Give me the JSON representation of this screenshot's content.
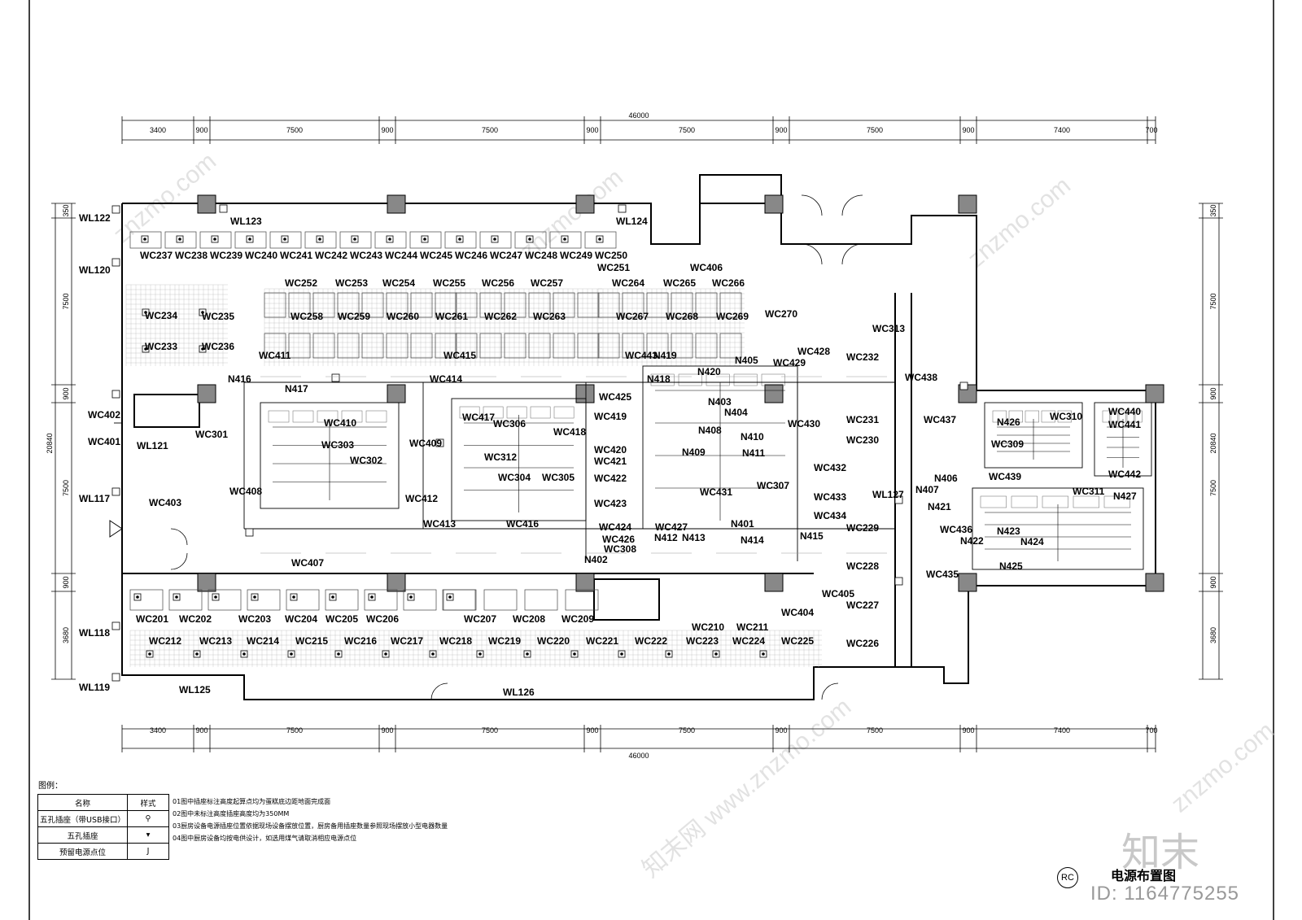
{
  "drawing": {
    "title": "电源布置图",
    "id_text": "ID: 1164775255",
    "logo_mark": "RC",
    "logo_text": "知末",
    "watermark": "znzmo.com",
    "watermark_cn": "知末网 www.znzmo.com"
  },
  "dimensions": {
    "total_width": "46000",
    "total_height": "20840",
    "top_segments": [
      "3400",
      "900",
      "7500",
      "900",
      "7500",
      "900",
      "7500",
      "900",
      "7500",
      "900",
      "7400",
      "700"
    ],
    "left_segments": [
      "350",
      "7500",
      "900",
      "7500",
      "900",
      "3680"
    ]
  },
  "legend": {
    "title": "图例：",
    "header_name": "名称",
    "header_style": "样式",
    "rows": [
      {
        "name": "五孔插座（带USB接口）",
        "symbol": "⚲"
      },
      {
        "name": "五孔插座",
        "symbol": "▾"
      },
      {
        "name": "预留电源点位",
        "symbol": "J"
      }
    ]
  },
  "notes": [
    "01图中插座标注高度起算点均为蛋糕底边距地面完成面",
    "02图中未标注高度插座高度均为350MM",
    "03厨房设备电源插座位置依据现场设备摆放位置，厨房备用插座数量参照现场摆放小型电器数量",
    "04图中厨房设备均按电供设计，如选用煤气请取消相应电源点位"
  ],
  "labels": {
    "wl": [
      "WL122",
      "WL123",
      "WL124",
      "WL120",
      "WL121",
      "WL117",
      "WL118",
      "WL119",
      "WL125",
      "WL126",
      "WL127"
    ],
    "wc_row_top": [
      "WC237",
      "WC238",
      "WC239",
      "WC240",
      "WC241",
      "WC242",
      "WC243",
      "WC244",
      "WC245",
      "WC246",
      "WC247",
      "WC248",
      "WC249",
      "WC250",
      "WC251"
    ],
    "wc_row_2": [
      "WC252",
      "WC253",
      "WC254",
      "WC255",
      "WC256",
      "WC257",
      "WC264",
      "WC265",
      "WC266"
    ],
    "wc_row_3": [
      "WC258",
      "WC259",
      "WC260",
      "WC261",
      "WC262",
      "WC263",
      "WC267",
      "WC268",
      "WC269",
      "WC270"
    ],
    "wc_left": [
      "WC234",
      "WC235",
      "WC233",
      "WC236"
    ],
    "wc_bottom_1": [
      "WC201",
      "WC202",
      "WC203",
      "WC204",
      "WC205",
      "WC206",
      "WC207",
      "WC208",
      "WC209",
      "WC210",
      "WC211"
    ],
    "wc_bottom_2": [
      "WC212",
      "WC213",
      "WC214",
      "WC215",
      "WC216",
      "WC217",
      "WC218",
      "WC219",
      "WC220",
      "WC221",
      "WC222",
      "WC223",
      "WC224",
      "WC225"
    ],
    "wc_right": [
      "WC313",
      "WC232",
      "WC231",
      "WC230",
      "WC229",
      "WC228",
      "WC227",
      "WC226"
    ],
    "wc_300": [
      "WC301",
      "WC302",
      "WC303",
      "WC304",
      "WC305",
      "WC306",
      "WC307",
      "WC308",
      "WC309",
      "WC310",
      "WC311",
      "WC312"
    ],
    "wc_400": [
      "WC401",
      "WC402",
      "WC403",
      "WC404",
      "WC405",
      "WC406",
      "WC407",
      "WC408",
      "WC409",
      "WC410",
      "WC411",
      "WC412",
      "WC413",
      "WC414",
      "WC415",
      "WC416",
      "WC417",
      "WC418",
      "WC419",
      "WC420",
      "WC421",
      "WC422",
      "WC423",
      "WC424",
      "WC425",
      "WC426",
      "WC427",
      "WC428",
      "WC429",
      "WC430",
      "WC431",
      "WC432",
      "WC433",
      "WC434",
      "WC435",
      "WC436",
      "WC437",
      "WC438",
      "WC439",
      "WC440",
      "WC441",
      "WC442",
      "WC443"
    ],
    "n": [
      "N401",
      "N402",
      "N403",
      "N404",
      "N405",
      "N406",
      "N407",
      "N408",
      "N409",
      "N410",
      "N411",
      "N412",
      "N413",
      "N414",
      "N415",
      "N416",
      "N417",
      "N418",
      "N419",
      "N420",
      "N421",
      "N422",
      "N423",
      "N424",
      "N425",
      "N426",
      "N427"
    ]
  }
}
